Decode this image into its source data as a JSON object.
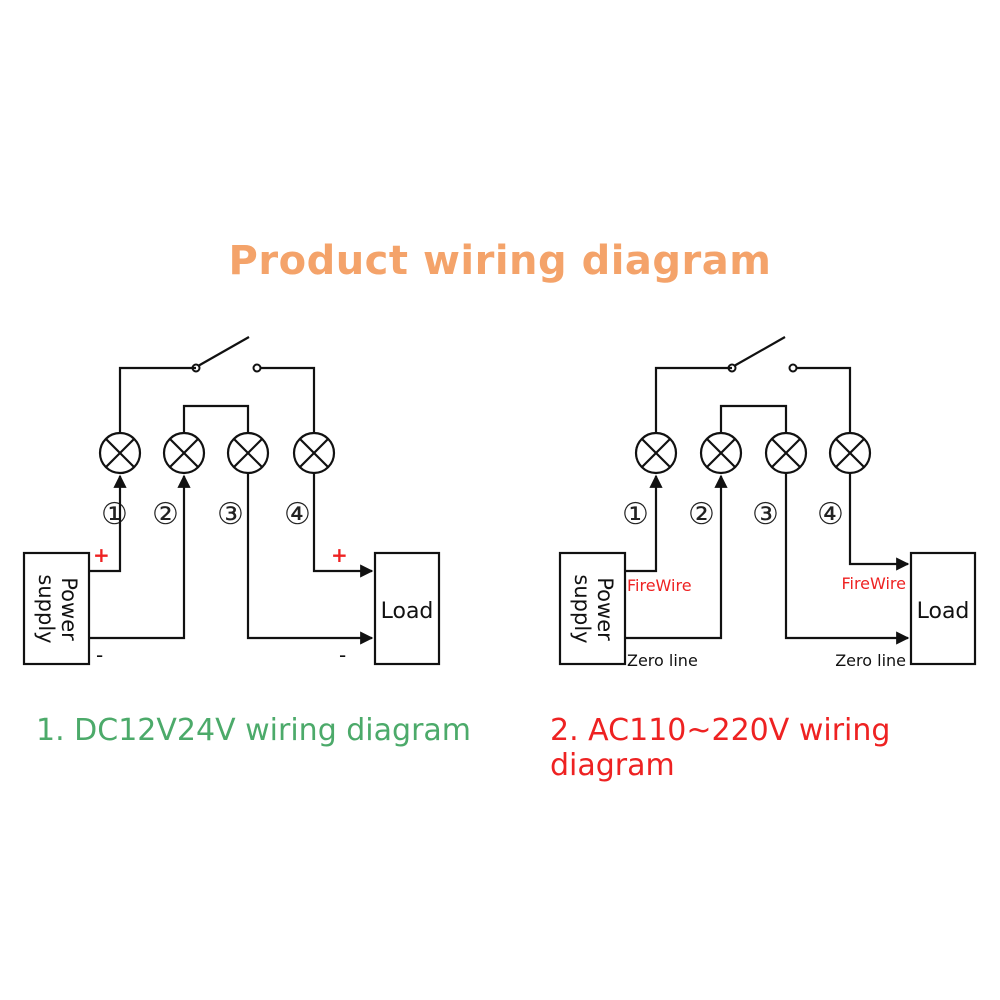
{
  "title": "Product wiring diagram",
  "colors": {
    "title": "#f4a36a",
    "caption_dc": "#4caa6a",
    "caption_ac": "#ee2222",
    "accent_red": "#ee2222",
    "line": "#111111"
  },
  "diagram_dc": {
    "caption": "1. DC12V24V wiring diagram",
    "terminals": [
      "①",
      "②",
      "③",
      "④"
    ],
    "power_supply": "Power supply",
    "power_supply_lines": [
      "Power",
      "supply"
    ],
    "load": "Load",
    "plus_supply": "+",
    "minus_supply": "-",
    "plus_load": "+",
    "minus_load": "-"
  },
  "diagram_ac": {
    "caption": "2. AC110~220V wiring diagram",
    "terminals": [
      "①",
      "②",
      "③",
      "④"
    ],
    "power_supply": "Power supply",
    "power_supply_lines": [
      "Power",
      "supply"
    ],
    "load": "Load",
    "fire_supply": "FireWire",
    "fire_load": "FireWire",
    "zero_supply": "Zero line",
    "zero_load": "Zero line"
  }
}
